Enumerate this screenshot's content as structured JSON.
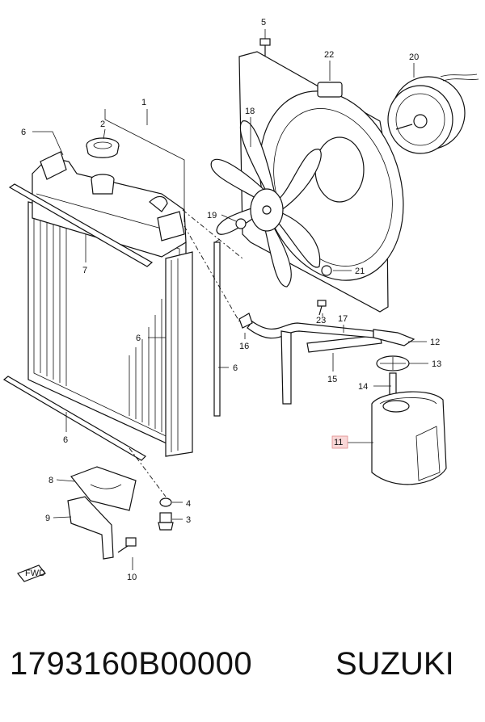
{
  "footer": {
    "part_number": "1793160B00000",
    "brand": "SUZUKI"
  },
  "diagram": {
    "callouts": [
      {
        "id": "c1",
        "text": "1"
      },
      {
        "id": "c2",
        "text": "2"
      },
      {
        "id": "c3",
        "text": "3"
      },
      {
        "id": "c4",
        "text": "4"
      },
      {
        "id": "c5",
        "text": "5"
      },
      {
        "id": "c6a",
        "text": "6"
      },
      {
        "id": "c6b",
        "text": "6"
      },
      {
        "id": "c6c",
        "text": "6"
      },
      {
        "id": "c6d",
        "text": "6"
      },
      {
        "id": "c7",
        "text": "7"
      },
      {
        "id": "c8",
        "text": "8"
      },
      {
        "id": "c9",
        "text": "9"
      },
      {
        "id": "c10",
        "text": "10"
      },
      {
        "id": "c11",
        "text": "11"
      },
      {
        "id": "c12",
        "text": "12"
      },
      {
        "id": "c13",
        "text": "13"
      },
      {
        "id": "c14",
        "text": "14"
      },
      {
        "id": "c15",
        "text": "15"
      },
      {
        "id": "c16",
        "text": "16"
      },
      {
        "id": "c17",
        "text": "17"
      },
      {
        "id": "c18",
        "text": "18"
      },
      {
        "id": "c19",
        "text": "19"
      },
      {
        "id": "c20",
        "text": "20"
      },
      {
        "id": "c21",
        "text": "21"
      },
      {
        "id": "c22",
        "text": "22"
      },
      {
        "id": "c23",
        "text": "23"
      }
    ],
    "fwd_badge": "FWD",
    "highlight_color": "#f4b6b6"
  }
}
